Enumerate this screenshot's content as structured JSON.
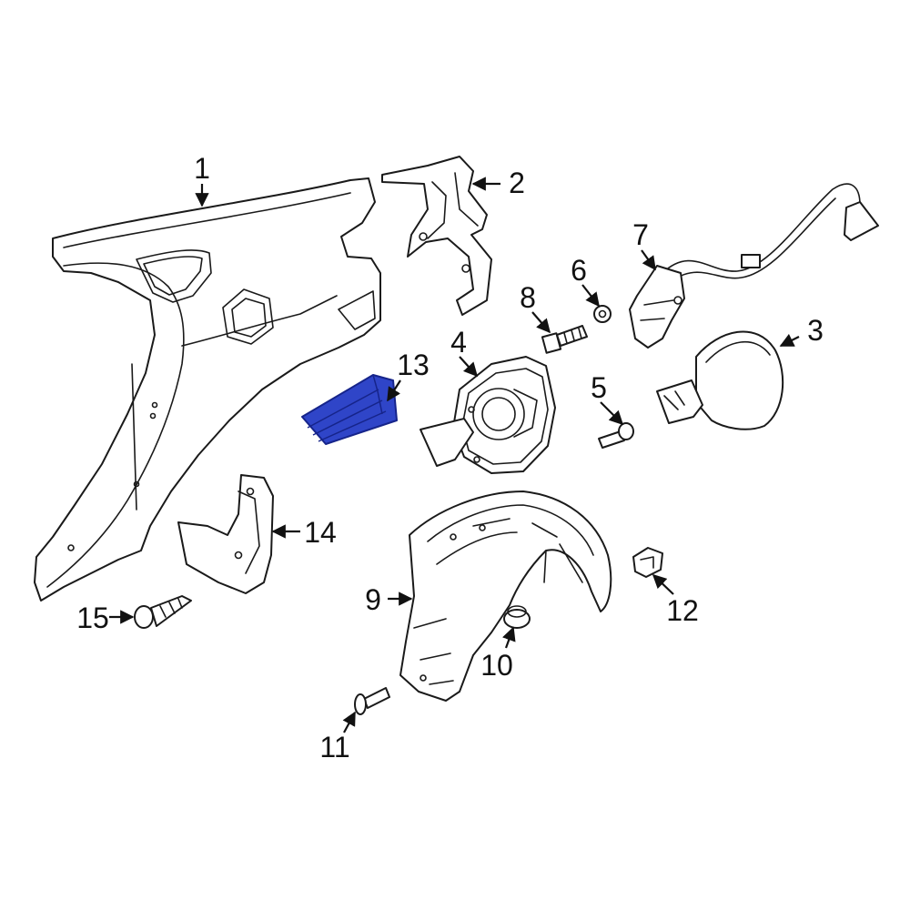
{
  "colors": {
    "line": "#1a1a1a",
    "highlight_fill": "#2f45c8",
    "highlight_stroke": "#16248a",
    "background": "#ffffff"
  },
  "callouts": {
    "c1": "1",
    "c2": "2",
    "c3": "3",
    "c4": "4",
    "c5": "5",
    "c6": "6",
    "c7": "7",
    "c8": "8",
    "c9": "9",
    "c10": "10",
    "c11": "11",
    "c12": "12",
    "c13": "13",
    "c14": "14",
    "c15": "15"
  },
  "highlighted_part": "13"
}
